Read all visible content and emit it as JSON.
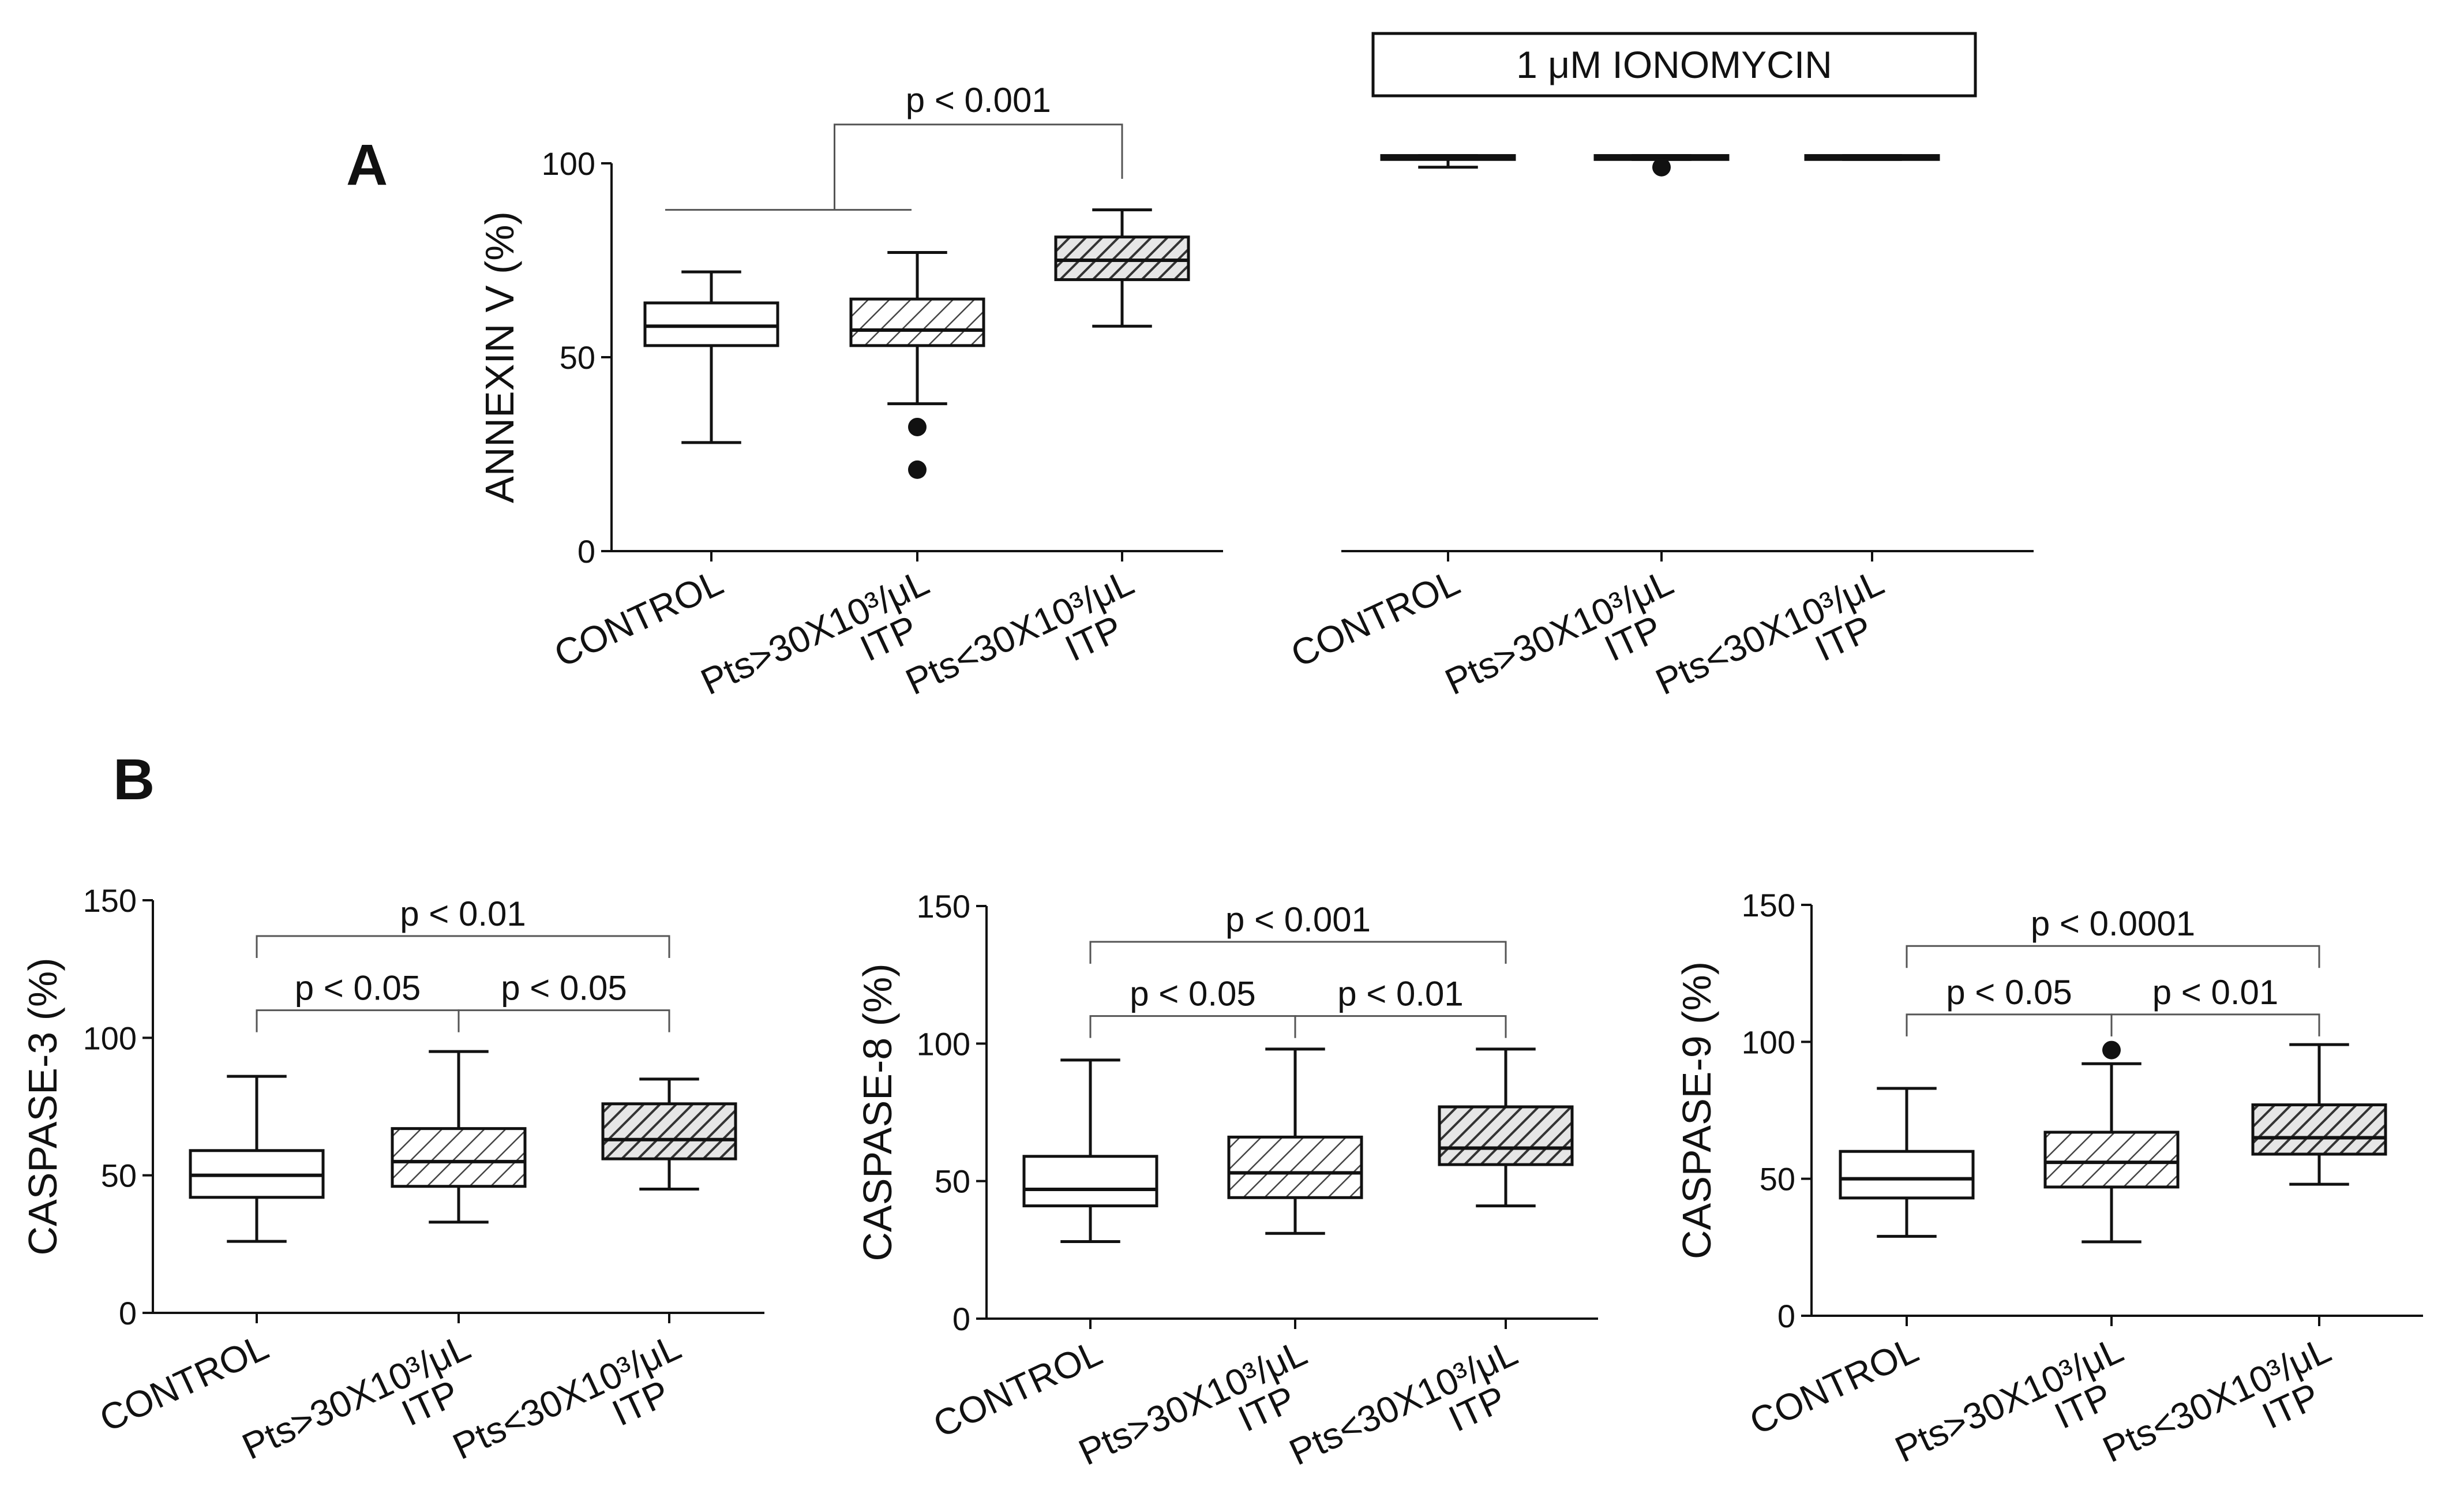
{
  "panel_labels": {
    "a": "A",
    "b": "B"
  },
  "ionomycin_banner": "1 μM IONOMYCIN",
  "chart_data": [
    {
      "id": "annexin",
      "type": "box",
      "panel": "A",
      "ylabel": "ANNEXIN V (%)",
      "ylim": [
        0,
        100
      ],
      "yticks": [
        0,
        50,
        100
      ],
      "categories": [
        {
          "line1": "CONTROL",
          "line2": ""
        },
        {
          "line1": "Pts>30X10³/μL",
          "line2": "ITP"
        },
        {
          "line1": "Pts<30X10³/μL",
          "line2": "ITP"
        }
      ],
      "boxes": [
        {
          "min": 28,
          "q1": 53,
          "median": 58,
          "q3": 64,
          "max": 72,
          "outliers": [],
          "pattern": "white"
        },
        {
          "min": 38,
          "q1": 53,
          "median": 57,
          "q3": 65,
          "max": 77,
          "outliers": [
            32,
            21
          ],
          "pattern": "hatch-light"
        },
        {
          "min": 58,
          "q1": 70,
          "median": 75,
          "q3": 81,
          "max": 88,
          "outliers": [],
          "pattern": "hatch-dark"
        }
      ],
      "comparisons": [
        {
          "label": "p < 0.001",
          "type": "group-vs",
          "from": [
            0,
            1
          ],
          "to": 2
        }
      ]
    },
    {
      "id": "annexin-ionomycin",
      "type": "box",
      "panel": "A",
      "condition": "1 μM IONOMYCIN",
      "ylim": [
        0,
        100
      ],
      "categories": [
        {
          "line1": "CONTROL",
          "line2": ""
        },
        {
          "line1": "Pts>30X10³/μL",
          "line2": "ITP"
        },
        {
          "line1": "Pts<30X10³/μL",
          "line2": "ITP"
        }
      ],
      "boxes": [
        {
          "min": 99,
          "q1": 101,
          "median": 101.5,
          "q3": 102,
          "max": 102,
          "outliers": [],
          "pattern": "white"
        },
        {
          "min": 101,
          "q1": 101,
          "median": 101.5,
          "q3": 102,
          "max": 102,
          "outliers": [
            99
          ],
          "pattern": "hatch-light"
        },
        {
          "min": 101,
          "q1": 101,
          "median": 101.5,
          "q3": 102,
          "max": 102,
          "outliers": [],
          "pattern": "hatch-dark"
        }
      ],
      "comparisons": []
    },
    {
      "id": "caspase3",
      "type": "box",
      "panel": "B",
      "ylabel": "CASPASE-3 (%)",
      "ylim": [
        0,
        150
      ],
      "yticks": [
        0,
        50,
        100,
        150
      ],
      "categories": [
        {
          "line1": "CONTROL",
          "line2": ""
        },
        {
          "line1": "Pts>30X10³/μL",
          "line2": "ITP"
        },
        {
          "line1": "Pts<30X10³/μL",
          "line2": "ITP"
        }
      ],
      "boxes": [
        {
          "min": 26,
          "q1": 42,
          "median": 50,
          "q3": 59,
          "max": 86,
          "outliers": [],
          "pattern": "white"
        },
        {
          "min": 33,
          "q1": 46,
          "median": 55,
          "q3": 67,
          "max": 95,
          "outliers": [],
          "pattern": "hatch-light"
        },
        {
          "min": 45,
          "q1": 56,
          "median": 63,
          "q3": 76,
          "max": 85,
          "outliers": [],
          "pattern": "hatch-dark"
        }
      ],
      "comparisons": [
        {
          "label": "p < 0.05",
          "from": 0,
          "to": 1,
          "level": 110
        },
        {
          "label": "p < 0.05",
          "from": 1,
          "to": 2,
          "level": 110
        },
        {
          "label": "p <  0.01",
          "from": 0,
          "to": 2,
          "level": 137
        }
      ]
    },
    {
      "id": "caspase8",
      "type": "box",
      "panel": "B",
      "ylabel": "CASPASE-8 (%)",
      "ylim": [
        0,
        150
      ],
      "yticks": [
        0,
        50,
        100,
        150
      ],
      "categories": [
        {
          "line1": "CONTROL",
          "line2": ""
        },
        {
          "line1": "Pts>30X10³/μL",
          "line2": "ITP"
        },
        {
          "line1": "Pts<30X10³/μL",
          "line2": "ITP"
        }
      ],
      "boxes": [
        {
          "min": 28,
          "q1": 41,
          "median": 47,
          "q3": 59,
          "max": 94,
          "outliers": [],
          "pattern": "white"
        },
        {
          "min": 31,
          "q1": 44,
          "median": 53,
          "q3": 66,
          "max": 98,
          "outliers": [],
          "pattern": "hatch-light"
        },
        {
          "min": 41,
          "q1": 56,
          "median": 62,
          "q3": 77,
          "max": 98,
          "outliers": [],
          "pattern": "hatch-dark"
        }
      ],
      "comparisons": [
        {
          "label": "p < 0.05",
          "from": 0,
          "to": 1,
          "level": 110
        },
        {
          "label": "p < 0.01",
          "from": 1,
          "to": 2,
          "level": 110
        },
        {
          "label": "p < 0.001",
          "from": 0,
          "to": 2,
          "level": 137
        }
      ]
    },
    {
      "id": "caspase9",
      "type": "box",
      "panel": "B",
      "ylabel": "CASPASE-9 (%)",
      "ylim": [
        0,
        150
      ],
      "yticks": [
        0,
        50,
        100,
        150
      ],
      "categories": [
        {
          "line1": "CONTROL",
          "line2": ""
        },
        {
          "line1": "Pts>30X10³/μL",
          "line2": "ITP"
        },
        {
          "line1": "Pts<30X10³/μL",
          "line2": "ITP"
        }
      ],
      "boxes": [
        {
          "min": 29,
          "q1": 43,
          "median": 50,
          "q3": 60,
          "max": 83,
          "outliers": [],
          "pattern": "white"
        },
        {
          "min": 27,
          "q1": 47,
          "median": 56,
          "q3": 67,
          "max": 92,
          "outliers": [
            97
          ],
          "pattern": "hatch-light"
        },
        {
          "min": 48,
          "q1": 59,
          "median": 65,
          "q3": 77,
          "max": 99,
          "outliers": [],
          "pattern": "hatch-dark"
        }
      ],
      "comparisons": [
        {
          "label": "p < 0.05",
          "from": 0,
          "to": 1,
          "level": 110
        },
        {
          "label": "p < 0.01",
          "from": 1,
          "to": 2,
          "level": 110
        },
        {
          "label": "p < 0.0001",
          "from": 0,
          "to": 2,
          "level": 135
        }
      ]
    }
  ]
}
